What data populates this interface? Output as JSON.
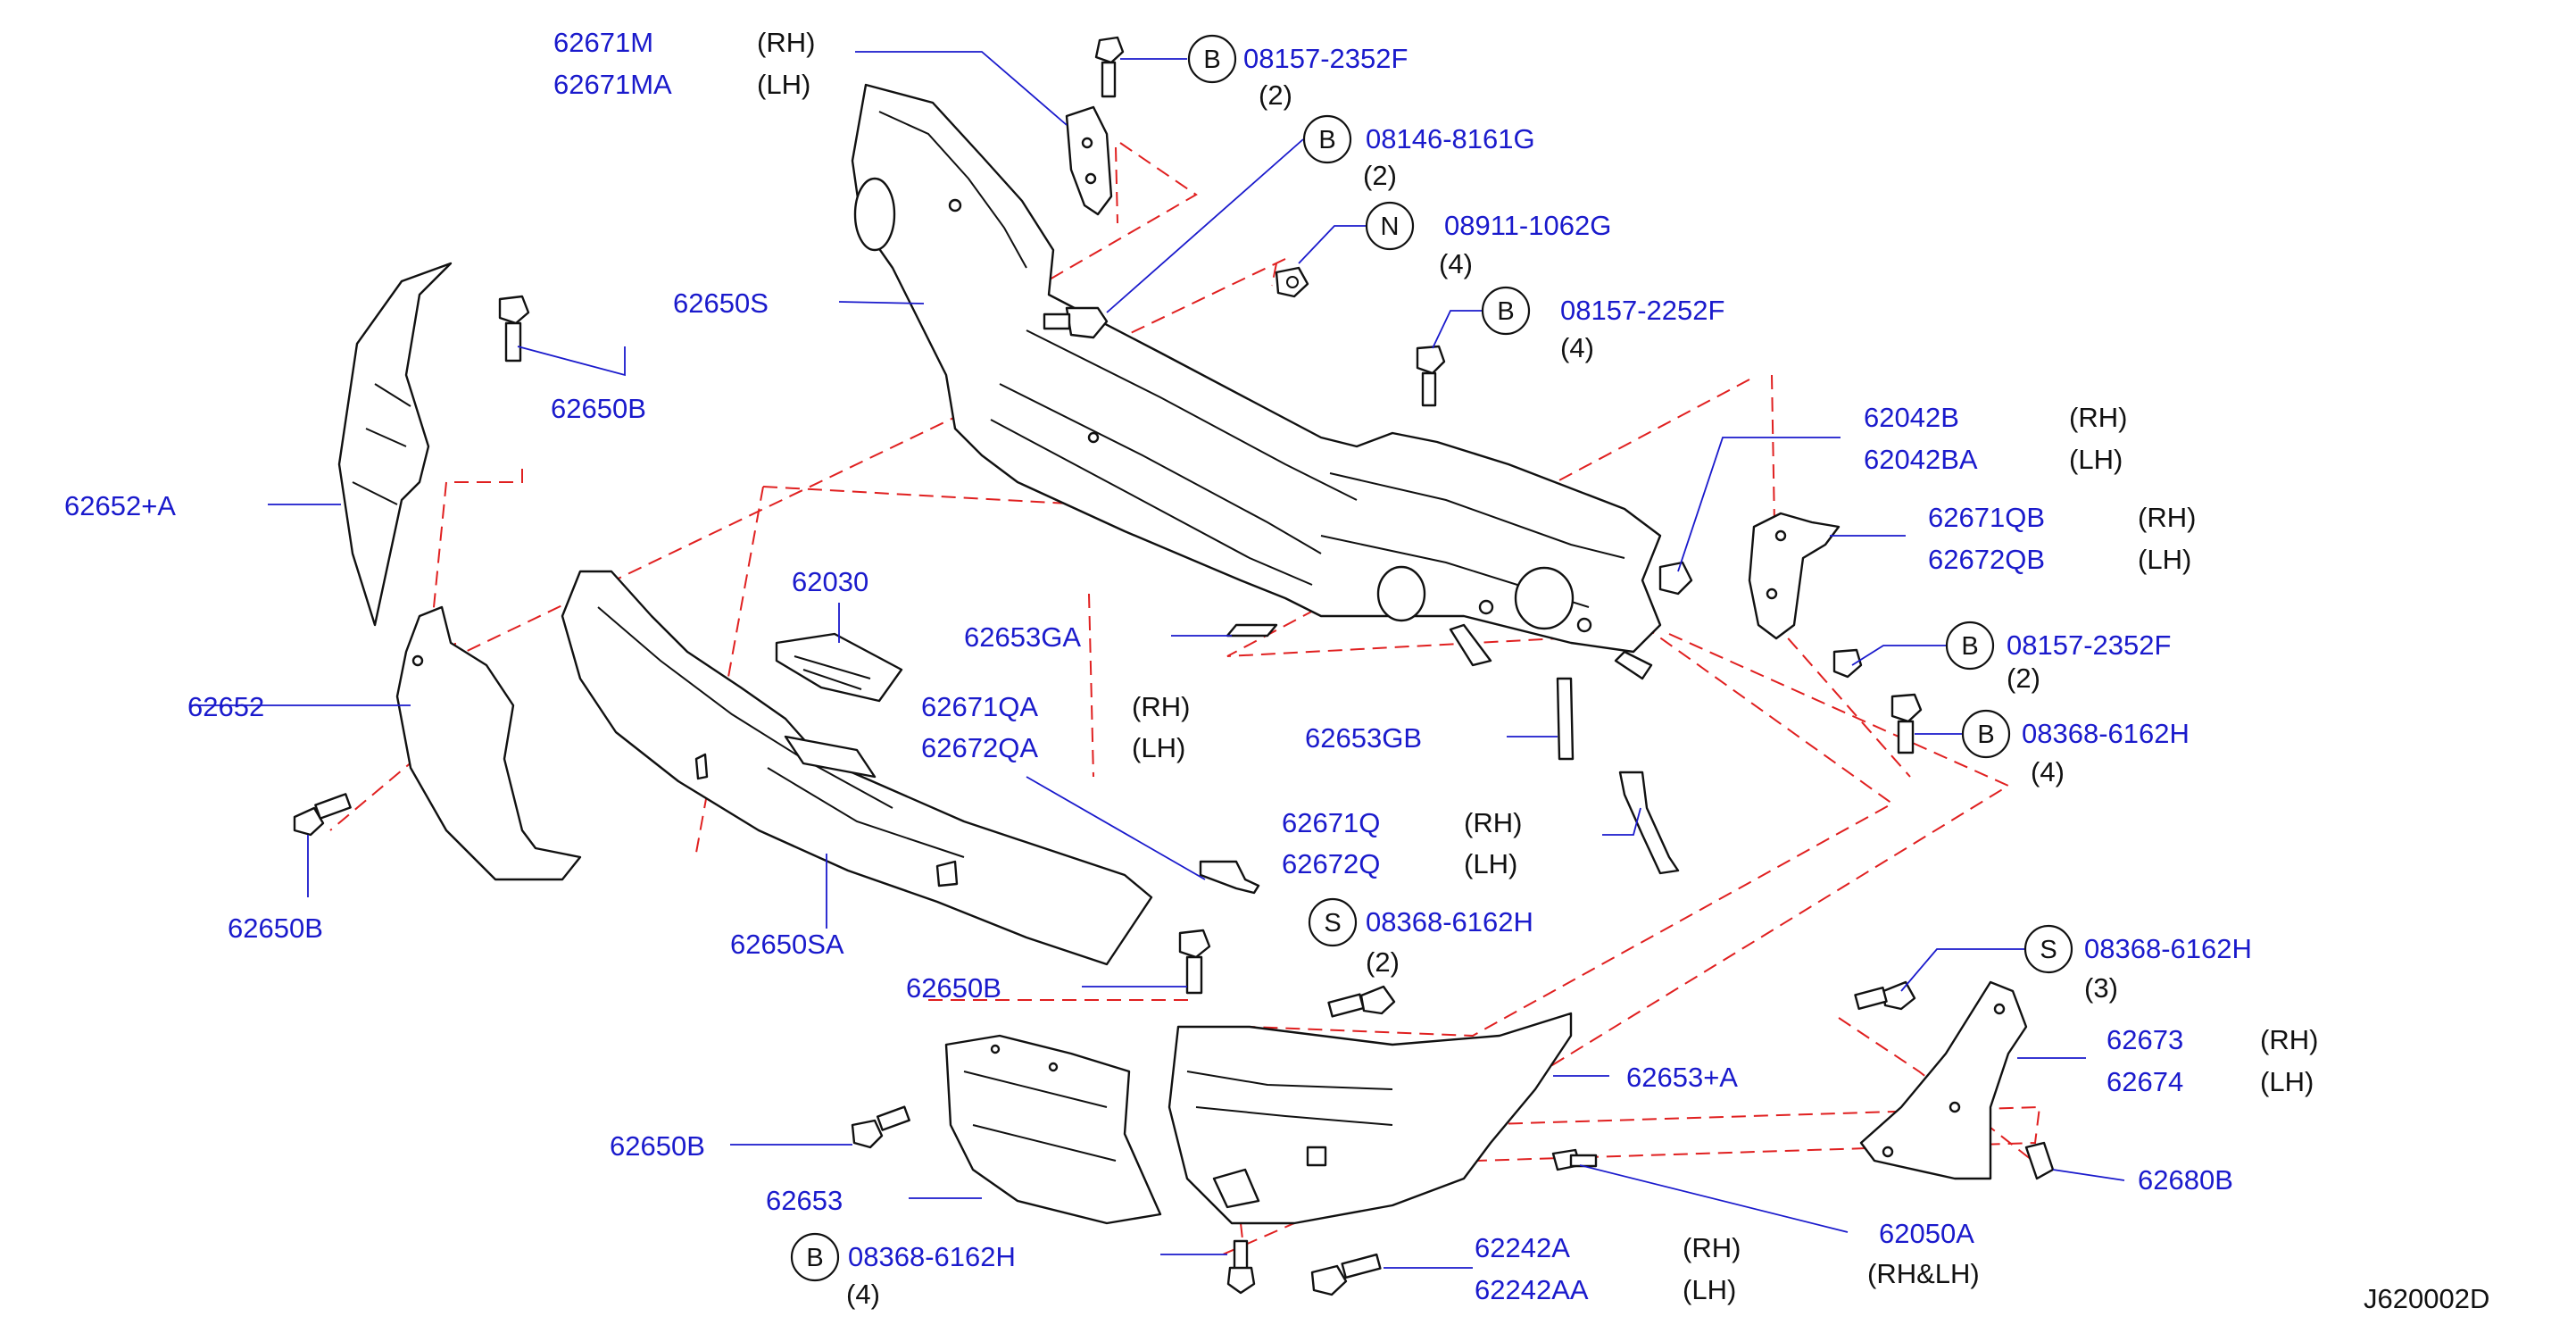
{
  "colors": {
    "label": "#1a1acc",
    "text": "#111111",
    "dashed": "#e02020"
  },
  "labels": {
    "p62671M": "62671M",
    "p62671M_side": "(RH)",
    "p62671MA": "62671MA",
    "p62671MA_side": "(LH)",
    "b1_letter": "B",
    "b1_code": "08157-2352F",
    "b1_qty": "(2)",
    "b2_letter": "B",
    "b2_code": "08146-8161G",
    "b2_qty": "(2)",
    "n1_letter": "N",
    "n1_code": "08911-1062G",
    "n1_qty": "(4)",
    "b3_letter": "B",
    "b3_code": "08157-2252F",
    "b3_qty": "(4)",
    "p62650S": "62650S",
    "p62650B_a": "62650B",
    "p62652A": "62652+A",
    "p62652_partial": "62652",
    "p62030": "62030",
    "p62653GA": "62653GA",
    "p62671QA_partial": "62671QA",
    "p62671QA_side": "(RH)",
    "p62672QA": "62672QA",
    "p62672QA_side": "(LH)",
    "p62653GB": "62653GB",
    "p62042B": "62042B",
    "p62042B_side": "(RH)",
    "p62042BA": "62042BA",
    "p62042BA_side": "(LH)",
    "p62671QB": "62671QB",
    "p62671QB_side": "(RH)",
    "p62672QB": "62672QB",
    "p62672QB_side": "(LH)",
    "b4_letter": "B",
    "b4_code": "08157-2352F",
    "b4_qty": "(2)",
    "b5_letter": "B",
    "b5_code": "08368-6162H",
    "b5_qty": "(4)",
    "p62671Q": "62671Q",
    "p62671Q_side": "(RH)",
    "p62672Q": "62672Q",
    "p62672Q_side": "(LH)",
    "p62650B_b": "62650B",
    "p62650SA": "62650SA",
    "s1_letter": "S",
    "s1_code": "08368-6162H",
    "s1_qty": "(2)",
    "p62650B_c": "62650B",
    "s2_letter": "S",
    "s2_code": "08368-6162H",
    "s2_qty": "(3)",
    "p62673": "62673",
    "p62673_side": "(RH)",
    "p62674": "62674",
    "p62674_side": "(LH)",
    "p62653A": "62653+A",
    "p62650B_d": "62650B",
    "p62680B": "62680B",
    "p62653": "62653",
    "p62050A": "62050A",
    "p62050A_side": "(RH&LH)",
    "b6_letter": "B",
    "b6_code": "08368-6162H",
    "b6_qty": "(4)",
    "p62242A": "62242A",
    "p62242A_side": "(RH)",
    "p62242AA": "62242AA",
    "p62242AA_side": "(LH)",
    "diagram_code": "J620002D"
  }
}
